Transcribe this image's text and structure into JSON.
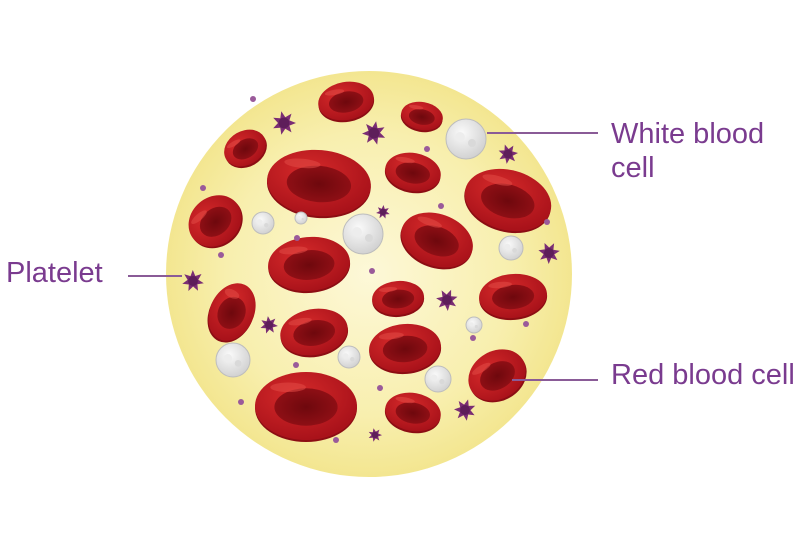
{
  "labels": {
    "white_blood_cell": "White blood cell",
    "red_blood_cell": "Red blood cell",
    "platelet": "Platelet"
  },
  "colors": {
    "plasma": "#f7eb9c",
    "plasma_center": "#fdf8d8",
    "red_cell": "#c0171c",
    "red_cell_dark": "#7c0b10",
    "white_cell": "#e3e3e3",
    "platelet": "#7a2d74",
    "label_text": "#7a3b8f",
    "leader_line": "#8a5b97"
  }
}
